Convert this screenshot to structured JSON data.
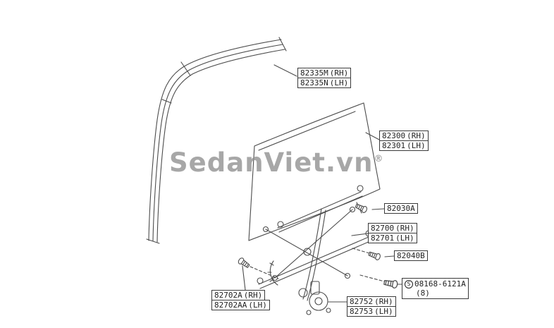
{
  "watermark": {
    "brand": "SedanViet.vn",
    "reg_mark": "®"
  },
  "labels": {
    "glass_run_rh": {
      "num": "82335M",
      "side": "(RH)"
    },
    "glass_run_lh": {
      "num": "82335N",
      "side": "(LH)"
    },
    "glass_rh": {
      "num": "82300",
      "side": "(RH)"
    },
    "glass_lh": {
      "num": "82301",
      "side": "(LH)"
    },
    "bolt_a": {
      "num": "82030A"
    },
    "regulator_rh": {
      "num": "82700",
      "side": "(RH)"
    },
    "regulator_lh": {
      "num": "82701",
      "side": "(LH)"
    },
    "bolt_b": {
      "num": "82040B"
    },
    "screw": {
      "symbol": "S",
      "num": "08168-6121A",
      "qty": "(8)"
    },
    "motor_sub_rh": {
      "num": "82702A",
      "side": "(RH)"
    },
    "motor_sub_lh": {
      "num": "82702AA",
      "side": "(LH)"
    },
    "motor_rh": {
      "num": "82752",
      "side": "(RH)"
    },
    "motor_lh": {
      "num": "82753",
      "side": "(LH)"
    }
  }
}
